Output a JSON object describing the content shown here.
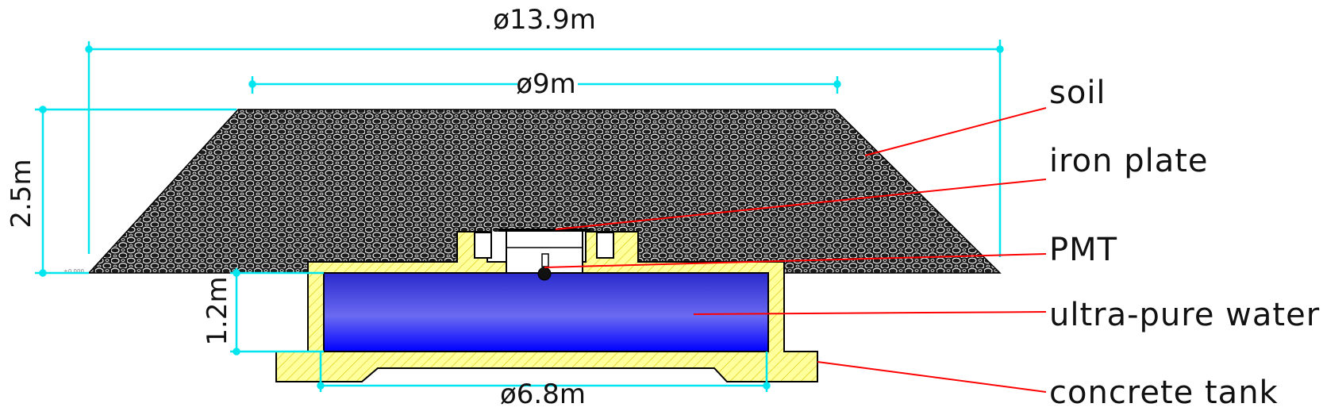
{
  "dimensions": {
    "outer_diameter": "ø13.9m",
    "top_diameter": "ø9m",
    "height": "2.5m",
    "tank_height": "1.2m",
    "tank_diameter": "ø6.8m",
    "level_mark": "±0.000"
  },
  "labels": {
    "soil": "soil",
    "iron_plate": "iron plate",
    "pmt": "PMT",
    "water": "ultra-pure water",
    "tank": "concrete tank"
  },
  "colors": {
    "dimension_lines": "#00e5ee",
    "leader_lines": "#ff0000",
    "soil_fill": "#1c1c1c",
    "concrete_fill": "#ffff9c",
    "concrete_hatch": "#d9c400",
    "water_top": "#2222cc",
    "water_bottom": "#0000ff",
    "outline": "#000000"
  }
}
